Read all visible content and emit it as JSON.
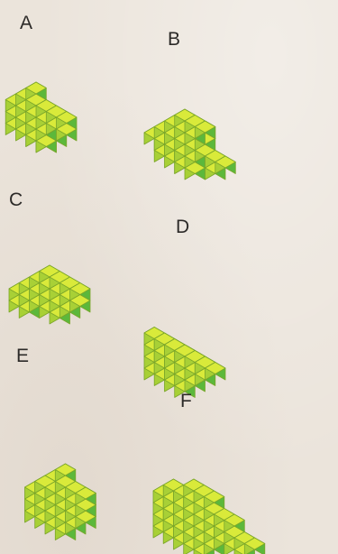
{
  "figure_labels": [
    "A",
    "B",
    "C",
    "D",
    "E",
    "F"
  ],
  "colors": {
    "cube_top": "#d9ea3a",
    "cube_left": "#a8d036",
    "cube_right": "#5cb83b",
    "edge": "#7aa52a",
    "background": "#ebe4db"
  }
}
